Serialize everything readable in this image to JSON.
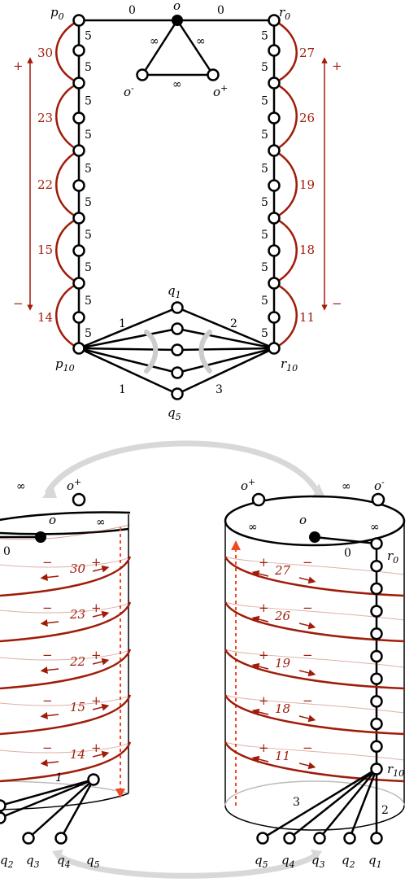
{
  "colors": {
    "edge": "#000000",
    "path": "#a01c0a",
    "arrow": "#f04a25",
    "swirl": "#cccccc"
  },
  "top": {
    "p0": "p",
    "p0_sub": "0",
    "r0": "r",
    "r0_sub": "0",
    "p10": "p",
    "p10_sub": "10",
    "r10": "r",
    "r10_sub": "10",
    "o": "o",
    "o_minus": "o",
    "o_minus_sup": "-",
    "o_plus": "o",
    "o_plus_sup": "+",
    "q1": "q",
    "q1_sub": "1",
    "q5": "q",
    "q5_sub": "5",
    "edge_zero_left": "0",
    "edge_zero_right": "0",
    "inf_left": "∞",
    "inf_right": "∞",
    "inf_bottom": "∞",
    "weights_five": [
      "5",
      "5",
      "5",
      "5",
      "5",
      "5",
      "5",
      "5",
      "5",
      "5"
    ],
    "red_left": [
      "30",
      "23",
      "22",
      "15",
      "14"
    ],
    "red_right": [
      "27",
      "26",
      "19",
      "18",
      "11"
    ],
    "plus": "+",
    "minus": "−",
    "fan_weights": {
      "w1": "1",
      "w2": "2",
      "w3": "1",
      "w4": "3"
    }
  },
  "bottom_left": {
    "inf_a": "∞",
    "inf_b": "∞",
    "o_plus": "o",
    "o_plus_sup": "+",
    "o": "o",
    "zero": "0",
    "loops": [
      "30",
      "23",
      "22",
      "15",
      "14"
    ],
    "minus": "−",
    "plus": "+",
    "one": "1",
    "q_labels": [
      {
        "t": "q",
        "s": "2"
      },
      {
        "t": "q",
        "s": "3"
      },
      {
        "t": "q",
        "s": "4"
      },
      {
        "t": "q",
        "s": "5"
      }
    ]
  },
  "bottom_right": {
    "inf_a": "∞",
    "inf_b": "∞",
    "inf_c": "∞",
    "o_plus": "o",
    "o_plus_sup": "+",
    "o_minus": "o",
    "o_minus_sup": "-",
    "o": "o",
    "zero": "0",
    "r0": "r",
    "r0_sub": "0",
    "r10": "r",
    "r10_sub": "10",
    "loops": [
      "27",
      "26",
      "19",
      "18",
      "11"
    ],
    "minus": "−",
    "plus": "+",
    "three": "3",
    "two": "2",
    "q_labels": [
      {
        "t": "q",
        "s": "5"
      },
      {
        "t": "q",
        "s": "4"
      },
      {
        "t": "q",
        "s": "3"
      },
      {
        "t": "q",
        "s": "2"
      },
      {
        "t": "q",
        "s": "1"
      }
    ]
  }
}
